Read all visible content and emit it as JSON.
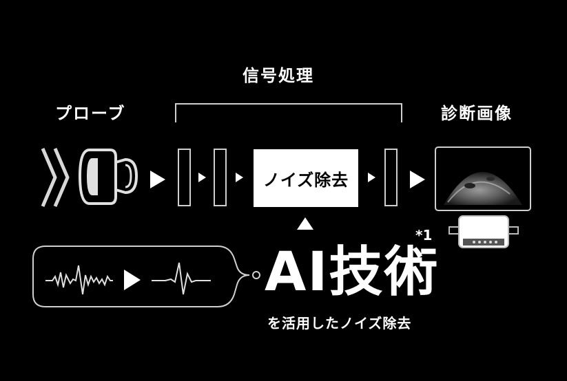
{
  "labels": {
    "signal_processing": "信号処理",
    "probe": "プローブ",
    "diagnostic_image": "診断画像",
    "noise_removal": "ノイズ除去",
    "ai_tech": "AI技術",
    "footnote": "*1",
    "ai_subtitle": "を活用したノイズ除去"
  },
  "colors": {
    "background": "#000000",
    "foreground": "#ffffff",
    "outline": "#d0d0d0"
  },
  "icons": {
    "probe": "ultrasound-probe-icon",
    "waves": "sound-wave-chevrons-icon",
    "monitor": "ultrasound-monitor-icon"
  }
}
